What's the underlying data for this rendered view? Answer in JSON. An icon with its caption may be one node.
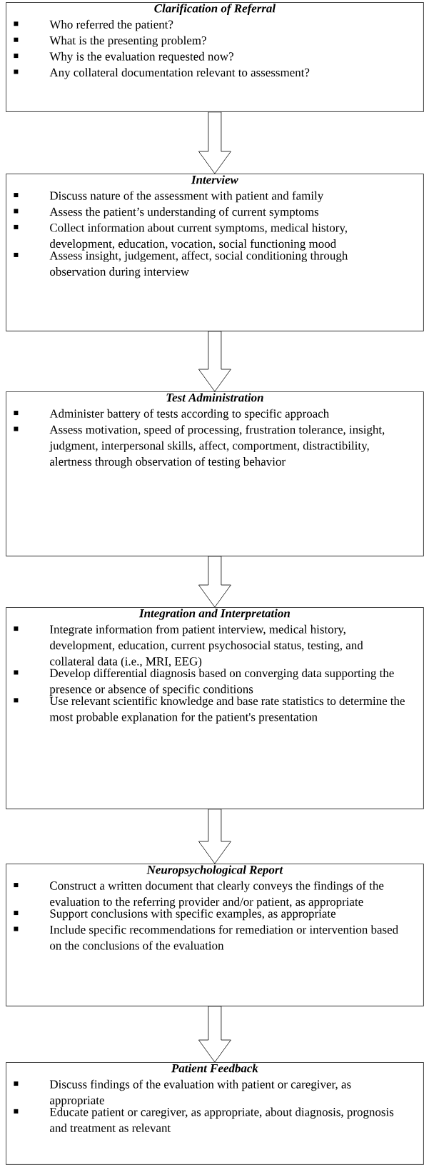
{
  "diagram": {
    "nodes": [
      {
        "text": [
          "Clarification of Referral",
          "Who referred the patient?",
          "What is the presenting problem?",
          "Why is the evaluation requested now?",
          "Any collateral documentation relevant to assessment?"
        ]
      },
      {
        "text": [
          "Interview",
          "Discuss nature of the assessment with patient and family",
          "Assess the patient’s understanding of current symptoms",
          "Collect information about current symptoms, medical history, development, education, vocation, social functioning mood",
          "Assess insight, judgement, affect, social conditioning through observation during interview"
        ]
      },
      {
        "text": [
          "Test Administration",
          "Administer battery of tests according to specific approach",
          "Assess motivation, speed of processing, frustration tolerance, insight, judgment, interpersonal skills, affect, comportment, distractibility, alertness through observation of testing behavior"
        ]
      },
      {
        "text": [
          "Integration and Interpretation",
          "Integrate information from patient interview, medical history, development, education, current psychosocial status, testing, and collateral data (i.e., MRI, EEG)",
          "Develop differential diagnosis based on converging data supporting the presence or absence of specific conditions",
          "Use relevant scientific knowledge and base rate statistics to determine the most probable explanation for the patient's presentation"
        ]
      },
      {
        "text": [
          "Neuropsychological Report",
          "Construct a written document that clearly conveys the findings of the evaluation to the referring provider and/or patient, as appropriate",
          "Support conclusions with specific examples, as appropriate",
          "Include specific recommendations for remediation or intervention based on the conclusions of the evaluation"
        ]
      },
      {
        "text": [
          "Patient Feedback",
          "Discuss findings of the evaluation with patient or caregiver, as appropriate",
          "Educate patient or caregiver, as appropriate, about diagnosis, prognosis and treatment as relevant"
        ]
      }
    ],
    "edges": [
      {
        "from": 0,
        "to": 1,
        "arrow": "to"
      },
      {
        "from": 1,
        "to": 2,
        "arrow": "to"
      },
      {
        "from": 2,
        "to": 3,
        "arrow": "to"
      },
      {
        "from": 3,
        "to": 4,
        "arrow": "to"
      },
      {
        "from": 4,
        "to": 5,
        "arrow": "to"
      }
    ]
  }
}
